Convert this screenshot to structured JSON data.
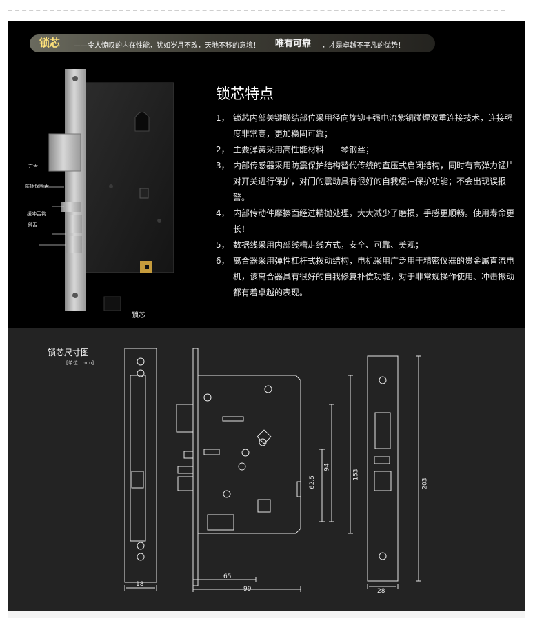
{
  "banner": {
    "title": "锁芯",
    "subtitle": "——令人惊叹的内在性能，犹如岁月不改，天地不移的意境！",
    "highlight": "唯有可靠",
    "tail": "，才是卓越不平凡的优势！"
  },
  "features": {
    "title": "锁芯特点",
    "items": [
      {
        "num": "1，",
        "text": "锁芯内部关键联结部位采用径向旋铆+强电流紫铜碰焊双重连接技术，连接强度非常高，更加稳固可靠；"
      },
      {
        "num": "2，",
        "text": "主要弹簧采用高性能材料——琴钢丝；"
      },
      {
        "num": "3，",
        "text": "内部传感器采用防震保护结构替代传统的直压式启闭结构，同时有高弹力锰片对开关进行保护，对门的震动具有很好的自我缓冲保护功能；不会出现误报警。"
      },
      {
        "num": "4，",
        "text": "内部传动件摩擦面经过精抛处理，大大减少了磨损，手感更顺畅。使用寿命更长！"
      },
      {
        "num": "5，",
        "text": "数据线采用内部线槽走线方式，安全、可靠、美观；"
      },
      {
        "num": "6，",
        "text": "离合器采用弹性杠杆式拨动结构，电机采用广泛用于精密仪器的贵金属直流电机，该离合器具有很好的自我修复补偿功能，对于非常规操作使用、冲击振动都有着卓越的表现。"
      }
    ]
  },
  "lock_photo": {
    "caption": "锁芯",
    "labels": {
      "square_tongue": "方舌",
      "anti_insert": "防插保险舌",
      "buffer_hook": "缓冲舌钩",
      "latch": "斜舌"
    }
  },
  "dimensions": {
    "title": "锁芯尺寸图",
    "unit": "[单位：mm]",
    "width_18": "18",
    "depth_65": "65",
    "depth_99": "99",
    "height_62_5": "62.5",
    "height_94": "94",
    "height_153": "153",
    "height_203": "203",
    "width_28": "28"
  }
}
